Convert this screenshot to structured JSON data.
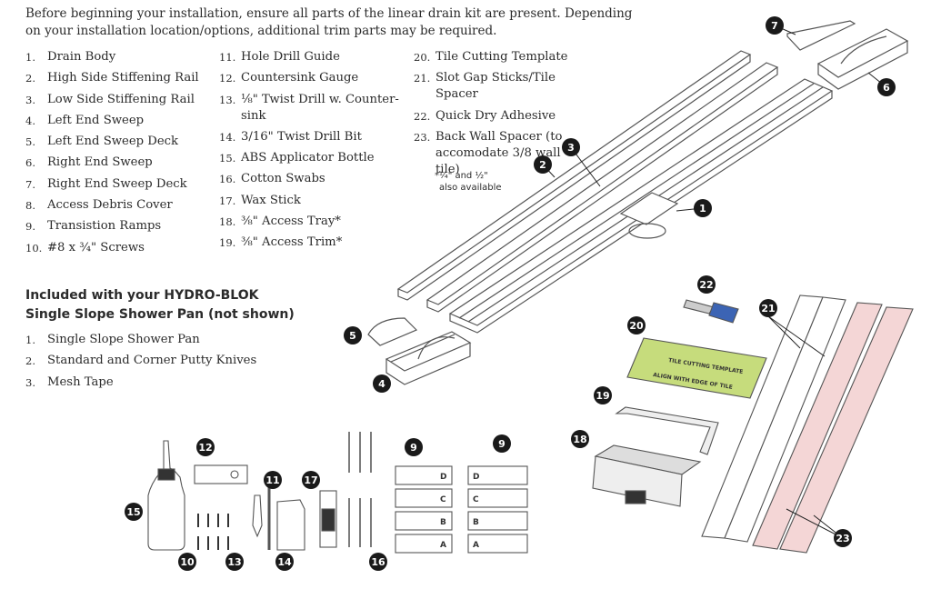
{
  "intro": "Before beginning your installation, ensure all parts of the linear drain kit are present. Depending on your installation location/options, additional trim parts may be required.",
  "parts_col1": [
    {
      "num": "1.",
      "name": "Drain Body"
    },
    {
      "num": "2.",
      "name": "High Side Stiffening Rail"
    },
    {
      "num": "3.",
      "name": "Low Side Stiffening Rail"
    },
    {
      "num": "4.",
      "name": "Left End Sweep"
    },
    {
      "num": "5.",
      "name": "Left End Sweep Deck"
    },
    {
      "num": "6.",
      "name": "Right End Sweep"
    },
    {
      "num": "7.",
      "name": "Right End Sweep Deck"
    },
    {
      "num": "8.",
      "name": "Access Debris Cover"
    },
    {
      "num": "9.",
      "name": "Transistion Ramps"
    },
    {
      "num": "10.",
      "name": "#8 x ¾\" Screws"
    }
  ],
  "parts_col2": [
    {
      "num": "11.",
      "name": "Hole Drill Guide"
    },
    {
      "num": "12.",
      "name": "Countersink Gauge"
    },
    {
      "num": "13.",
      "name": "⅛\" Twist Drill w. Counter-sink"
    },
    {
      "num": "14.",
      "name": "3/16\" Twist Drill Bit"
    },
    {
      "num": "15.",
      "name": "ABS Applicator Bottle"
    },
    {
      "num": "16.",
      "name": "Cotton Swabs"
    },
    {
      "num": "17.",
      "name": "Wax Stick"
    },
    {
      "num": "18.",
      "name": "⅜\" Access Tray*"
    },
    {
      "num": "19.",
      "name": "⅜\" Access Trim*"
    }
  ],
  "parts_col3": [
    {
      "num": "20.",
      "name": "Tile Cutting Template"
    },
    {
      "num": "21.",
      "name": "Slot Gap Sticks/Tile Spacer"
    },
    {
      "num": "22.",
      "name": "Quick Dry Adhesive"
    },
    {
      "num": "23.",
      "name": "Back Wall Spacer (to accomodate 3/8 wall tile)"
    }
  ],
  "footnote_line1": "*¼\" and ½\"",
  "footnote_line2": "also available",
  "included_heading_line1": "Included with your HYDRO-BLOK",
  "included_heading_line2": "Single Slope Shower Pan (not shown)",
  "included": [
    {
      "num": "1.",
      "name": "Single Slope Shower Pan"
    },
    {
      "num": "2.",
      "name": "Standard and Corner Putty Knives"
    },
    {
      "num": "3.",
      "name": "Mesh Tape"
    }
  ],
  "template_text1": "TILE CUTTING TEMPLATE",
  "template_text2": "ALIGN WITH EDGE OF TILE",
  "ramp_letters": [
    "D",
    "C",
    "B",
    "A"
  ],
  "callouts": [
    "1",
    "2",
    "3",
    "4",
    "5",
    "6",
    "7",
    "9",
    "9",
    "10",
    "11",
    "12",
    "13",
    "14",
    "15",
    "16",
    "17",
    "18",
    "19",
    "20",
    "21",
    "22",
    "23"
  ],
  "colors": {
    "text": "#2b2b2b",
    "callout": "#1a1a1a",
    "template_green": "#c6dc7c",
    "spacer_pink": "#f4d6d6",
    "line": "#555555"
  }
}
